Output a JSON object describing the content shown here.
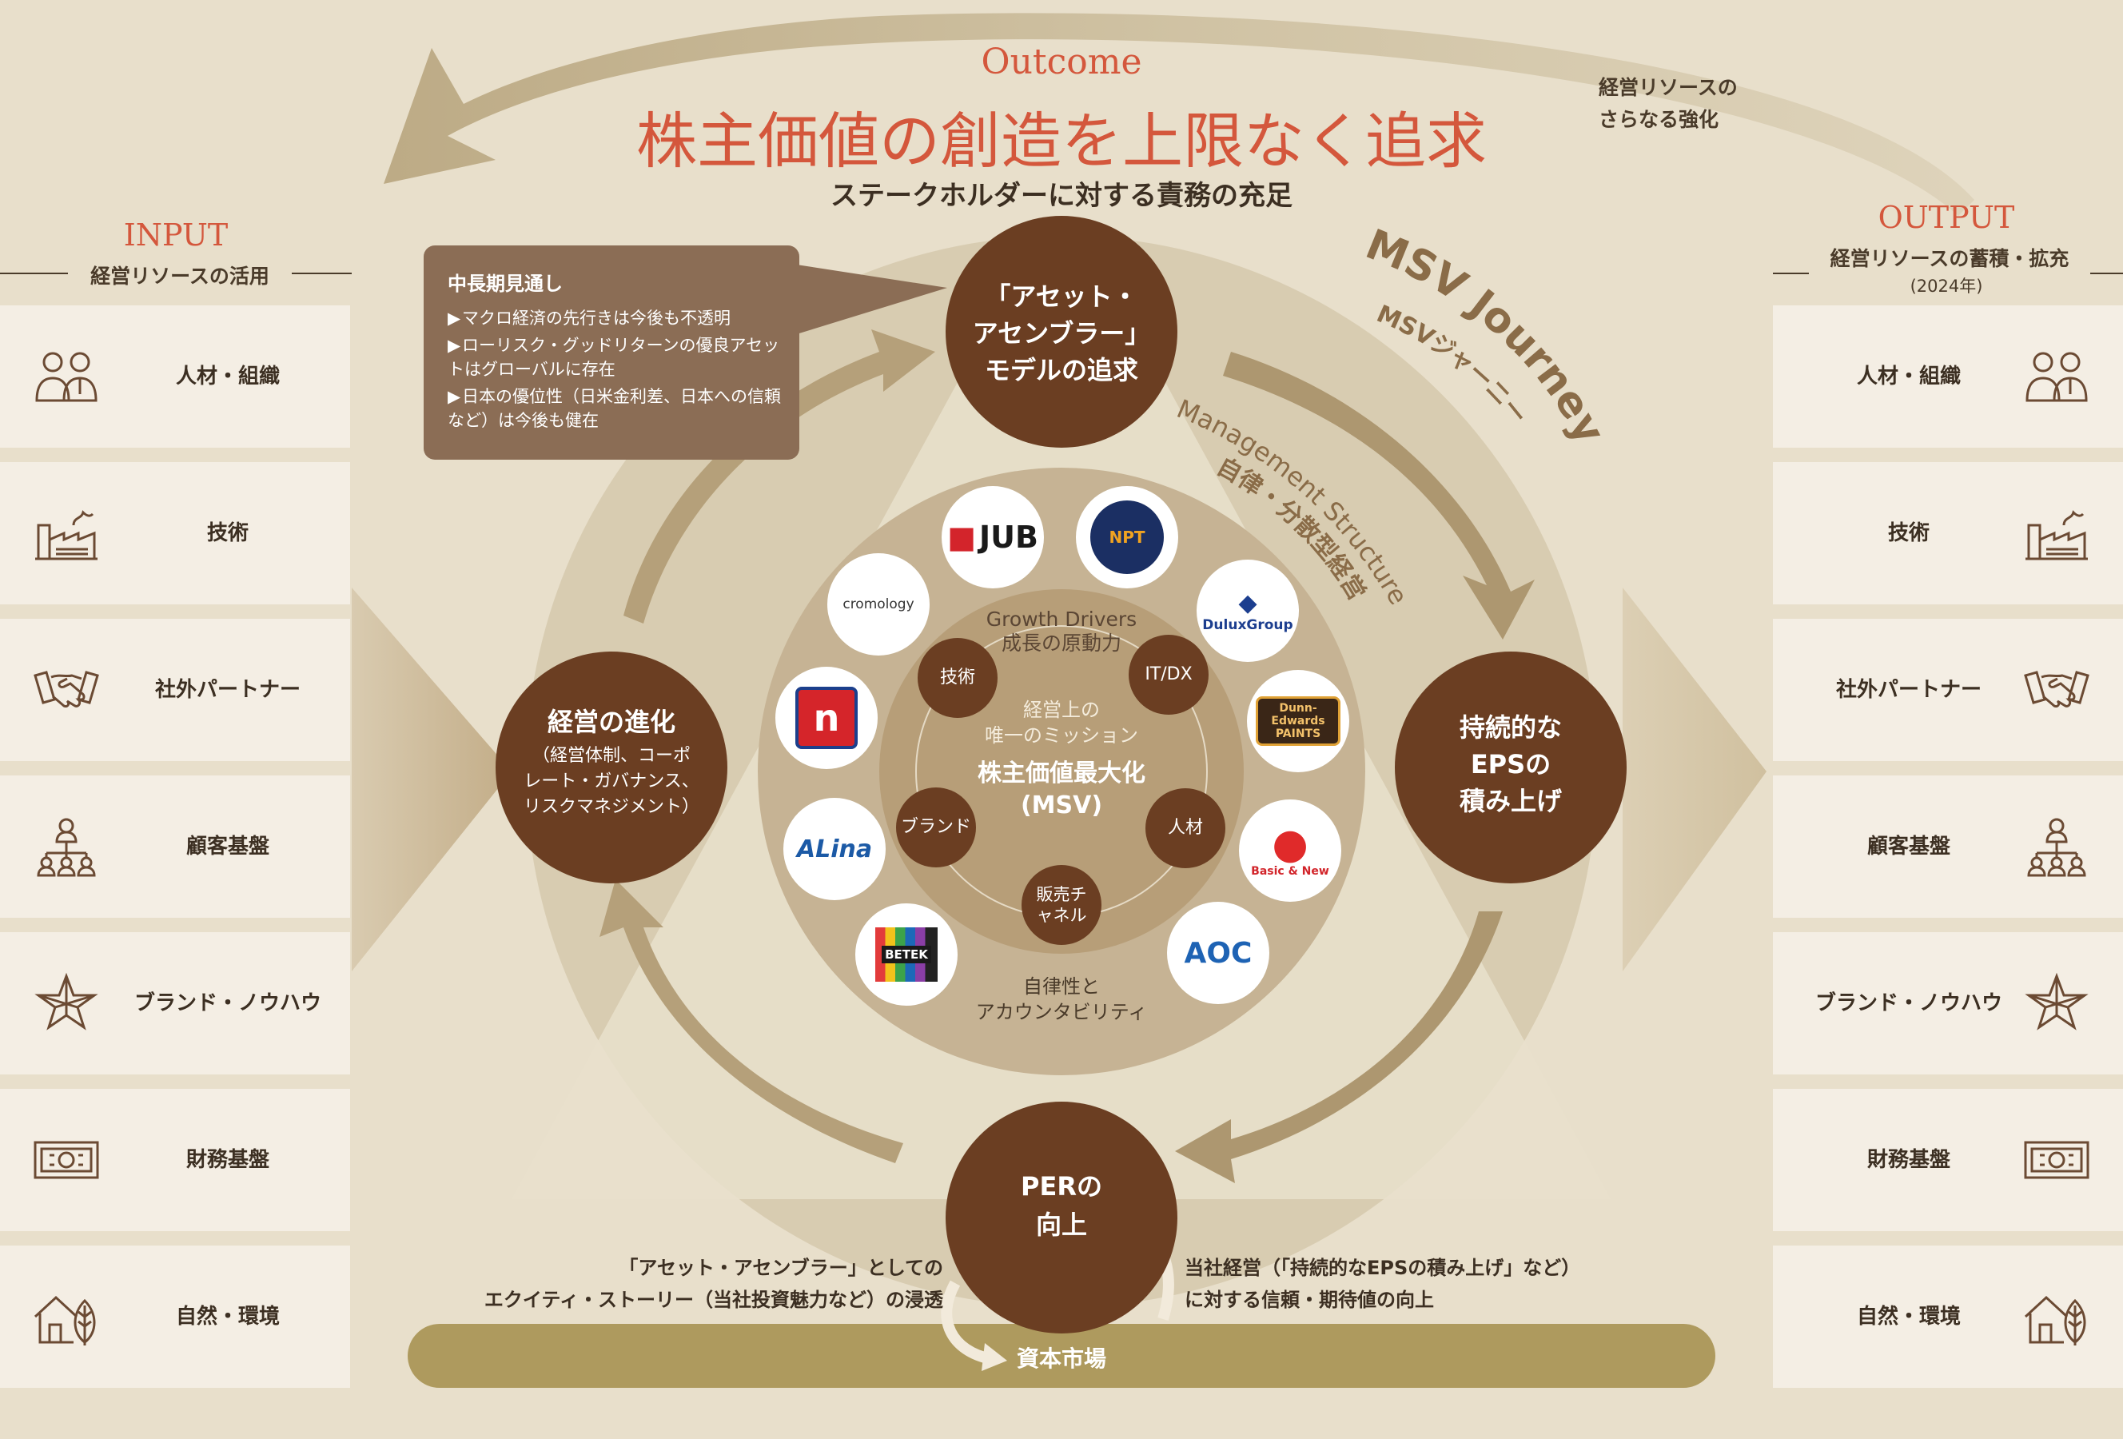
{
  "outcome": {
    "label": "Outcome",
    "headline": "株主価値の創造を上限なく追求",
    "subline": "ステークホルダーに対する責務の充足"
  },
  "top_right_note": [
    "経営リソースの",
    "さらなる強化"
  ],
  "input": {
    "title": "INPUT",
    "subtitle": "経営リソースの活用",
    "items": [
      {
        "label": "人材・組織",
        "icon": "people-icon"
      },
      {
        "label": "技術",
        "icon": "factory-icon"
      },
      {
        "label": "社外パートナー",
        "icon": "handshake-icon"
      },
      {
        "label": "顧客基盤",
        "icon": "customer-network-icon"
      },
      {
        "label": "ブランド・ノウハウ",
        "icon": "star-icon"
      },
      {
        "label": "財務基盤",
        "icon": "banknote-icon"
      },
      {
        "label": "自然・環境",
        "icon": "house-leaf-icon"
      }
    ]
  },
  "output": {
    "title": "OUTPUT",
    "subtitle": "経営リソースの蓄積・拡充",
    "year": "(2024年)",
    "items": [
      {
        "label": "人材・組織",
        "icon": "people-icon"
      },
      {
        "label": "技術",
        "icon": "factory-icon"
      },
      {
        "label": "社外パートナー",
        "icon": "handshake-icon"
      },
      {
        "label": "顧客基盤",
        "icon": "customer-network-icon"
      },
      {
        "label": "ブランド・ノウハウ",
        "icon": "star-icon"
      },
      {
        "label": "財務基盤",
        "icon": "banknote-icon"
      },
      {
        "label": "自然・環境",
        "icon": "house-leaf-icon"
      }
    ]
  },
  "outlook": {
    "title": "中長期見通し",
    "items": [
      "マクロ経済の先行きは今後も不透明",
      "ローリスク・グッドリターンの優良アセットはグローバルに存在",
      "日本の優位性（日米金利差、日本への信頼など）は今後も健在"
    ]
  },
  "journey": {
    "en": "MSV Journey",
    "ja": "MSVジャーニー",
    "mgmt_en": "Management Structure",
    "mgmt_ja": "自律・分散型経営"
  },
  "nodes": {
    "top": [
      "「アセット・",
      "アセンブラー」",
      "モデルの追求"
    ],
    "right": [
      "持続的な",
      "EPSの",
      "積み上げ"
    ],
    "bottom": [
      "PERの",
      "向上"
    ],
    "left_title": "経営の進化",
    "left_sub": [
      "（経営体制、コーポ",
      "レート・ガバナンス、",
      "リスクマネジメント）"
    ]
  },
  "core": {
    "drivers_en": "Growth Drivers",
    "drivers_ja": "成長の原動力",
    "mission": [
      "経営上の",
      "唯一のミッション"
    ],
    "msv": [
      "株主価値最大化",
      "(MSV)"
    ],
    "autonomy": [
      "自律性と",
      "アカウンタビリティ"
    ],
    "drivers": [
      "技術",
      "IT/DX",
      "人材",
      "販売チャネル",
      "ブランド"
    ]
  },
  "logos": [
    "JUB",
    "NPT",
    "DuluxGroup",
    "Dunn-Edwards PAINTS",
    "Basic & New",
    "AOC",
    "BETEK",
    "ALina",
    "n",
    "cromology"
  ],
  "bottom": {
    "left_note": [
      "「アセット・アセンブラー」としての",
      "エクイティ・ストーリー（当社投資魅力など）の浸透"
    ],
    "right_note": [
      "当社経営（「持続的なEPSの積み上げ」など）",
      "に対する信頼・期待値の向上"
    ],
    "market": "資本市場"
  },
  "colors": {
    "accent": "#d4573c",
    "bubble": "#6b3e22",
    "panel": "#f4eee4",
    "background": "#e8dfcb",
    "arrow": "#c7b691"
  }
}
